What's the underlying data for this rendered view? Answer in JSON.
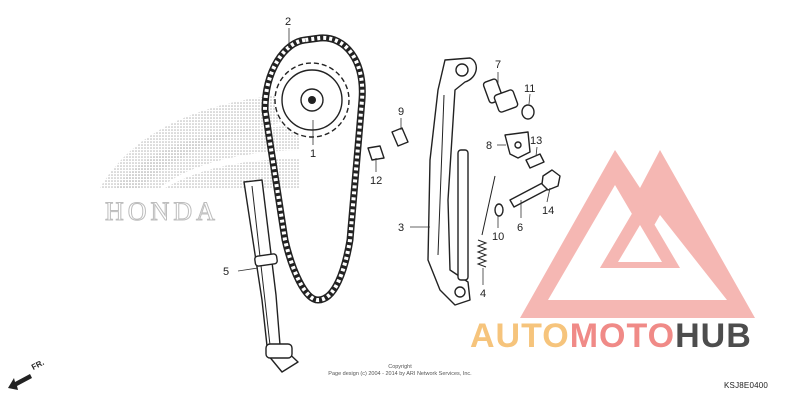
{
  "callouts": [
    {
      "id": "1",
      "label": "1"
    },
    {
      "id": "2",
      "label": "2"
    },
    {
      "id": "3",
      "label": "3"
    },
    {
      "id": "4",
      "label": "4"
    },
    {
      "id": "5",
      "label": "5"
    },
    {
      "id": "6",
      "label": "6"
    },
    {
      "id": "7",
      "label": "7"
    },
    {
      "id": "8",
      "label": "8"
    },
    {
      "id": "9",
      "label": "9"
    },
    {
      "id": "10",
      "label": "10"
    },
    {
      "id": "11",
      "label": "11"
    },
    {
      "id": "12",
      "label": "12"
    },
    {
      "id": "13",
      "label": "13"
    },
    {
      "id": "14",
      "label": "14"
    }
  ],
  "watermark": {
    "honda_text": "HONDA",
    "brand_part1": "AUTO",
    "brand_part2": "MOTO",
    "brand_part3": "HUB",
    "brand_colors": {
      "auto": "#f6c47c",
      "moto": "#f08a87",
      "hub": "#4d4d4d",
      "logo": "#f2a09a"
    }
  },
  "copyright": {
    "line1": "Copyright",
    "line2": "Page design (c) 2004 - 2014 by ARI Network Services, Inc."
  },
  "diagram_code": "KSJ8E0400",
  "direction_label": "FR.",
  "icons": {
    "direction": "arrow-front-icon"
  }
}
